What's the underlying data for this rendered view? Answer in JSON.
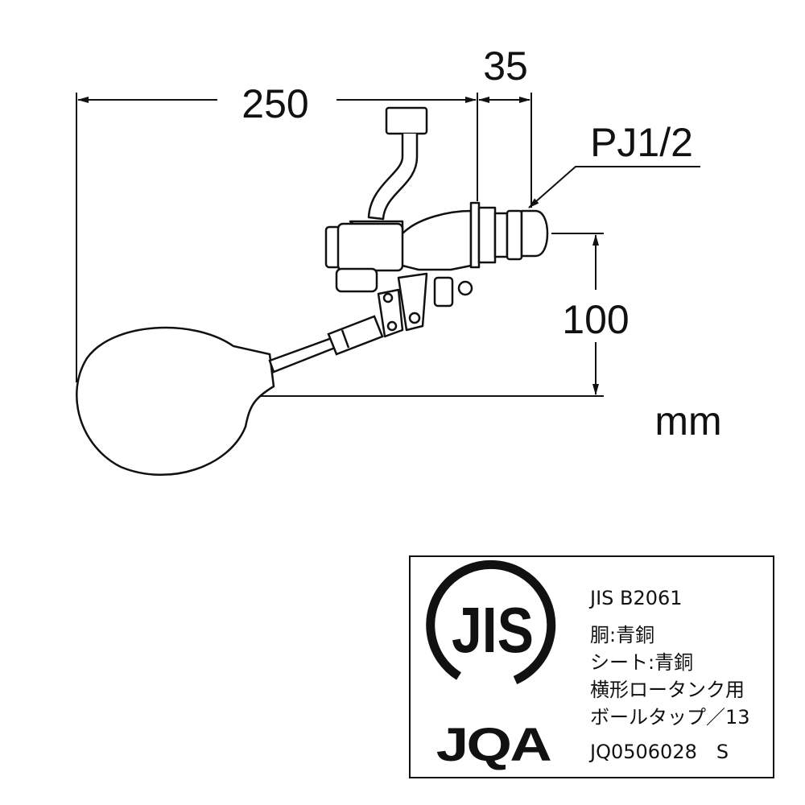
{
  "dimensions": {
    "length": "250",
    "connection_offset": "35",
    "connection_thread": "PJ1/2",
    "height": "100",
    "unit": "mm"
  },
  "spec_label": {
    "logo_text": "JIS",
    "certifier_logo": "JQA",
    "standard": "JIS B2061",
    "body_material": "胴:青銅",
    "seat_material": "シート:青銅",
    "usage_line1": "横形ロータンク用",
    "usage_line2": "ボールタップ／13",
    "certificate_no": "JQ0506028　S"
  }
}
